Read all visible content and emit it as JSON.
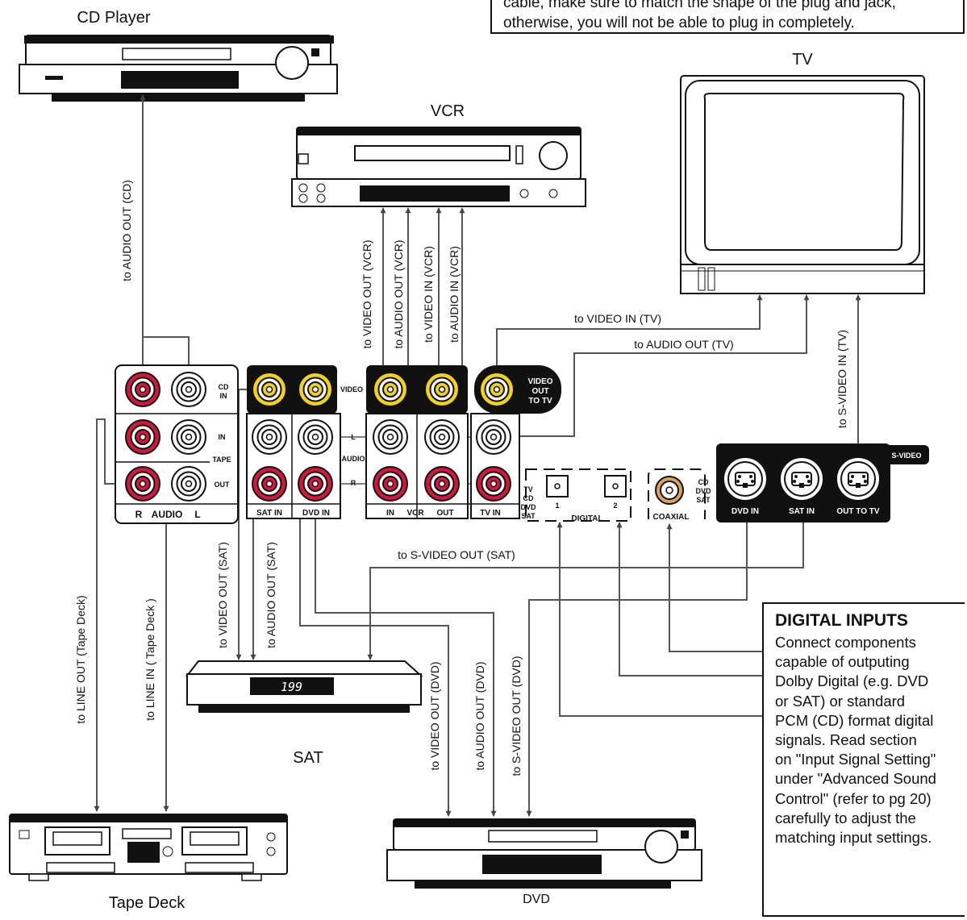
{
  "top_note": {
    "line1": "cable, make sure to match the shape of the plug and jack,",
    "line2": "otherwise, you will not be able to plug in completely."
  },
  "devices": {
    "cd_player": "CD Player",
    "tv": "TV",
    "vcr": "VCR",
    "sat": "SAT",
    "tape_deck": "Tape Deck",
    "dvd": "DVD",
    "sat_display": "199"
  },
  "cables": {
    "cd_audio": "to AUDIO OUT  (CD)",
    "vcr_video_out": "to VIDEO OUT (VCR)",
    "vcr_audio_out": "to AUDIO OUT (VCR)",
    "vcr_video_in": "to VIDEO IN (VCR)",
    "vcr_audio_in": "to AUDIO IN (VCR)",
    "tv_video_in": "to VIDEO IN (TV)",
    "tv_audio_out": "to AUDIO OUT (TV)",
    "tv_svideo_in": "to S-VIDEO IN (TV)",
    "sat_svideo_out": "to S-VIDEO OUT (SAT)",
    "sat_video_out": "to VIDEO OUT (SAT)",
    "sat_audio_out": "to AUDIO OUT (SAT)",
    "tape_line_out": "to LINE OUT (Tape Deck)",
    "tape_line_in": "to LINE IN ( Tape Deck )",
    "dvd_video_out": "to VIDEO OUT (DVD)",
    "dvd_audio_out": "to AUDIO OUT (DVD)",
    "dvd_svideo_out": "to S-VIDEO OUT (DVD)"
  },
  "panel": {
    "cd_in_1": "CD",
    "cd_in_2": "IN",
    "tape_in": "IN",
    "tape": "TAPE",
    "tape_out": "OUT",
    "r": "R",
    "audio": "AUDIO",
    "l": "L",
    "video": "VIDEO",
    "video_out_1": "VIDEO",
    "video_out_2": "OUT",
    "video_out_3": "TO TV",
    "row_l": "L",
    "row_audio": "AUDIO",
    "row_r": "R",
    "sat_in": "SAT IN",
    "dvd_in": "DVD IN",
    "vcr_in": "IN",
    "vcr": "VCR",
    "vcr_out": "OUT",
    "tv_in": "TV IN",
    "dig_src_1": "TV",
    "dig_src_2": "CD",
    "dig_src_3": "DVD",
    "dig_src_4": "SAT",
    "digital": "DIGITAL",
    "dig_1": "1",
    "dig_2": "2",
    "coax_src_1": "CD",
    "coax_src_2": "DVD",
    "coax_src_3": "SAT",
    "coaxial": "COAXIAL",
    "svideo": "S-VIDEO",
    "sv_dvd_in": "DVD IN",
    "sv_sat_in": "SAT IN",
    "sv_out_to_tv": "OUT TO TV"
  },
  "digital_inputs": {
    "heading": "DIGITAL INPUTS",
    "lines": [
      "Connect components",
      "capable of outputing",
      "Dolby Digital (e.g. DVD",
      "or SAT) or standard",
      "PCM (CD) format digital",
      "signals. Read section",
      "on \"Input Signal Setting\"",
      "under \"Advanced Sound",
      "Control\" (refer to pg 20)",
      "carefully to adjust the",
      "matching input settings."
    ]
  },
  "colors": {
    "red_jack": "#d4163c",
    "yellow_jack": "#f2d21a",
    "coax_jack": "#d8a25a",
    "black": "#111111"
  }
}
